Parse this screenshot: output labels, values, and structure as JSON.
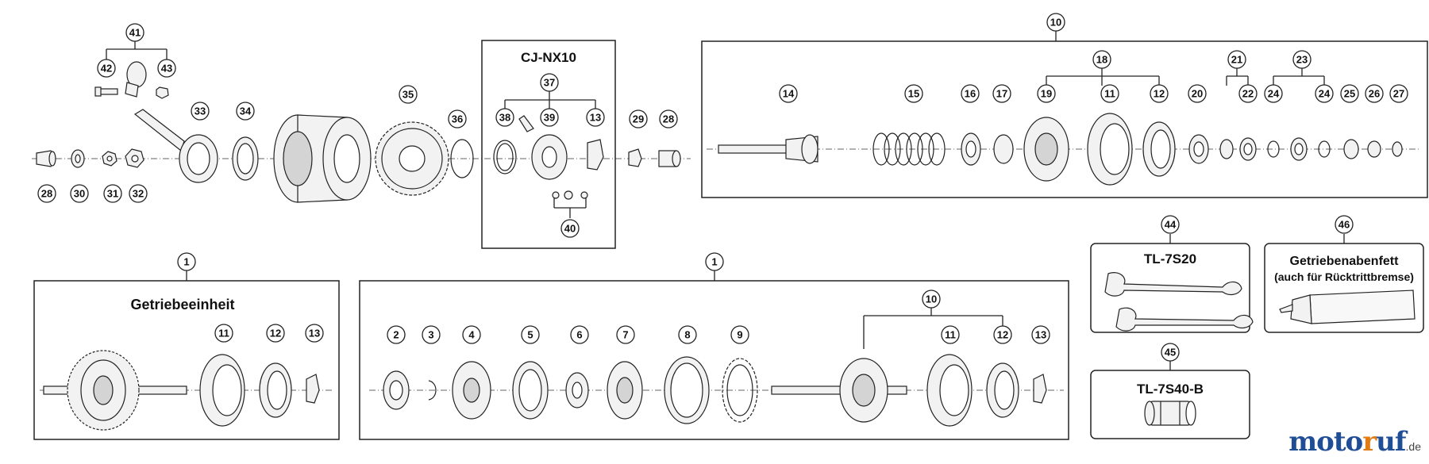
{
  "callouts": {
    "c41": "41",
    "c42": "42",
    "c43": "43",
    "c33": "33",
    "c34": "34",
    "c35": "35",
    "c36": "36",
    "c28a": "28",
    "c30": "30",
    "c31": "31",
    "c32": "32",
    "c37": "37",
    "c38": "38",
    "c39": "39",
    "c13a": "13",
    "c40": "40",
    "c29": "29",
    "c28b": "28",
    "c10a": "10",
    "c14": "14",
    "c15": "15",
    "c16": "16",
    "c17": "17",
    "c18": "18",
    "c19": "19",
    "c11a": "11",
    "c12a": "12",
    "c20": "20",
    "c21": "21",
    "c22": "22",
    "c23": "23",
    "c24a": "24",
    "c24b": "24",
    "c25": "25",
    "c26": "26",
    "c27": "27",
    "c1a": "1",
    "c11b": "11",
    "c12b": "12",
    "c13b": "13",
    "c1b": "1",
    "c2": "2",
    "c3": "3",
    "c4": "4",
    "c5": "5",
    "c6": "6",
    "c7": "7",
    "c8": "8",
    "c9": "9",
    "c10b": "10",
    "c11c": "11",
    "c12c": "12",
    "c13c": "13",
    "c44": "44",
    "c45": "45",
    "c46": "46"
  },
  "boxes": {
    "cj_title": "CJ-NX10",
    "unit_title": "Getriebeeinheit",
    "tl7s20_title": "TL-7S20",
    "tl7s40_title": "TL-7S40-B",
    "grease_title": "Getriebenabenfett",
    "grease_sub": "(auch für Rücktrittbremse)"
  },
  "brand": {
    "part1": "moto",
    "part2": "r",
    "part3": "uf",
    "domain": ".de"
  },
  "colors": {
    "line": "#222222",
    "part_fill": "#f2f2f2",
    "part_shade": "#d4d4d4",
    "brand_blue": "#1f4e96",
    "brand_orange": "#e07b16"
  }
}
